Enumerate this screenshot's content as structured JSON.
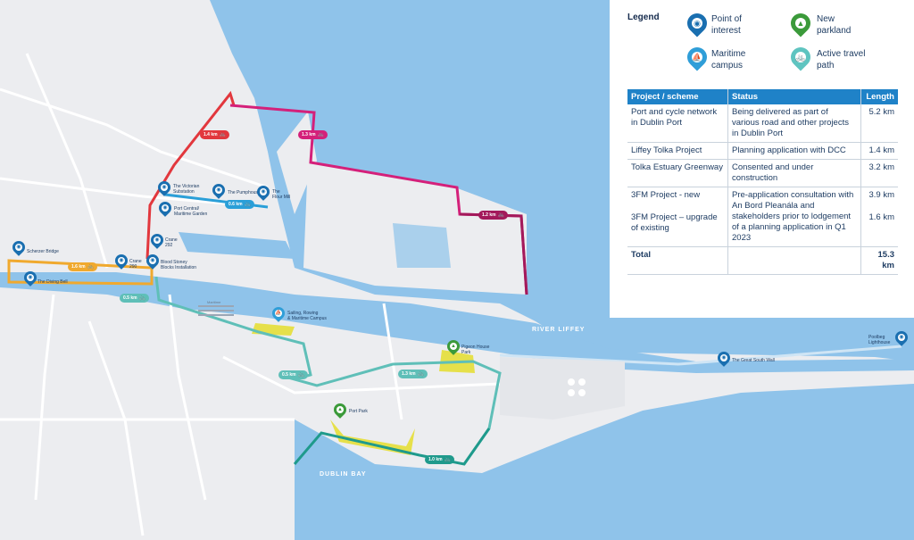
{
  "legend": {
    "title": "Legend",
    "items": [
      {
        "label": "Point of\ninterest",
        "icon": "camera-icon",
        "color": "#1a6fb0"
      },
      {
        "label": "New\nparkland",
        "icon": "tree-icon",
        "color": "#3b9a3a"
      },
      {
        "label": "Maritime\ncampus",
        "icon": "sailboat-icon",
        "color": "#2f9ed8"
      },
      {
        "label": "Active travel\npath",
        "icon": "bicycle-icon",
        "color": "#5fc4c0"
      }
    ]
  },
  "table": {
    "headers": [
      "Project / scheme",
      "Status",
      "Length"
    ],
    "rows": [
      [
        "Port and cycle network in Dublin Port",
        "Being delivered as part of various road and other projects in Dublin Port",
        "5.2 km"
      ],
      [
        "Liffey Tolka Project",
        "Planning application with DCC",
        "1.4 km"
      ],
      [
        "Tolka Estuary Greenway",
        "Consented and under construction",
        "3.2 km"
      ],
      [
        "3FM Project - new",
        "Pre-application consultation with An Bord Pleanála and stakeholders prior to lodgement of a planning application in Q1 2023",
        "3.9 km"
      ],
      [
        "3FM Project – upgrade of existing",
        "",
        "1.6 km"
      ]
    ],
    "total": {
      "label": "Total",
      "value": "15.3 km"
    }
  },
  "map": {
    "water_labels": {
      "river": "RIVER LIFFEY",
      "bay": "DUBLIN BAY"
    },
    "pois": [
      {
        "label": "The Victorian\nSubstation"
      },
      {
        "label": "The Pumphouse"
      },
      {
        "label": "The\nFlour Mill"
      },
      {
        "label": "Port Central/\nMaritime Garden"
      },
      {
        "label": "Crane\n292"
      },
      {
        "label": "Crane\n290"
      },
      {
        "label": "Blood Stoney\nBlocks Installation"
      },
      {
        "label": "Scherzer Bridge"
      },
      {
        "label": "The Diving Bell"
      },
      {
        "label": "The Great South Wall"
      },
      {
        "label": "Poolbeg\nLighthouse"
      }
    ],
    "parks": [
      {
        "label": "Pigeon House\nPark"
      },
      {
        "label": "Port Park"
      }
    ],
    "campus": {
      "label": "Sailing, Rowing\n& Maritime Campus"
    },
    "boat_label": "Maritime",
    "route_labels": {
      "red": "1.4 km",
      "magenta": "1.3 km",
      "maroon": "1.2 km",
      "blue": "0.6 km",
      "orange": "1.6 km",
      "teal_a": "0.5 km",
      "teal_b": "0.5 km",
      "teal_c": "1.3 km",
      "teal_d": "1.0 km"
    },
    "colors": {
      "water": "#8fc3ea",
      "land": "#ecedf0",
      "red": "#e2373d",
      "magenta": "#d4207a",
      "maroon": "#a3195b",
      "blue": "#2a9fd8",
      "orange": "#f0a92e",
      "teal": "#5fbfb8",
      "dark_teal": "#1f9a8c",
      "park": "#e6e04a"
    }
  }
}
